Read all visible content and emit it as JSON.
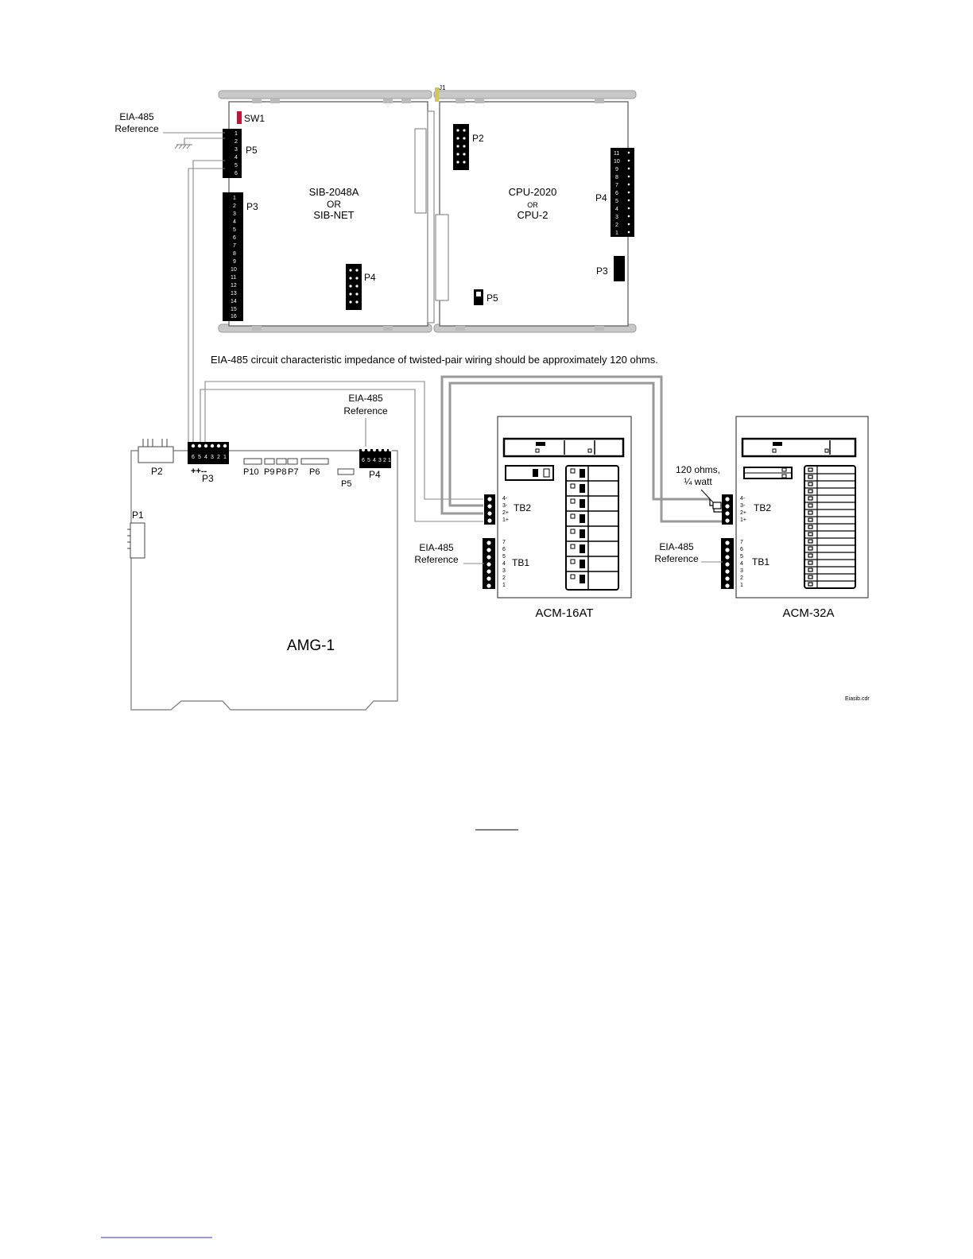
{
  "sib": {
    "name_line1": "SIB-2048A",
    "or": "OR",
    "name_line2": "SIB-NET",
    "sw1": "SW1",
    "p5": "P5",
    "p3": "P3",
    "p4": "P4",
    "p5_pins": [
      "1",
      "2",
      "3",
      "4",
      "5",
      "6"
    ],
    "p3_pins": [
      "1",
      "2",
      "3",
      "4",
      "5",
      "6",
      "7",
      "8",
      "9",
      "10",
      "11",
      "12",
      "13",
      "14",
      "15",
      "16"
    ]
  },
  "sib_ref": {
    "line1": "EIA-485",
    "line2": "Reference"
  },
  "cpu": {
    "name_line1": "CPU-2020",
    "or": "OR",
    "name_line2": "CPU-2",
    "p2": "P2",
    "p4": "P4",
    "p3": "P3",
    "p5": "P5",
    "j_label": "J1",
    "p4_pins": [
      "11",
      "10",
      "9",
      "8",
      "7",
      "6",
      "5",
      "4",
      "3",
      "2",
      "1"
    ]
  },
  "note": "EIA-485 circuit characteristic impedance of twisted-pair wiring should be approximately 120 ohms.",
  "amg": {
    "name": "AMG-1",
    "p1": "P1",
    "p2": "P2",
    "p3": "P3",
    "p3_pins": [
      "6",
      "5",
      "4",
      "3",
      "2",
      "1"
    ],
    "p3_polarity": "++--",
    "p10": "P10",
    "p9": "P9",
    "p8": "P8",
    "p7": "P7",
    "p6": "P6",
    "p5": "P5",
    "p4": "P4",
    "p4_pins": [
      "6",
      "5",
      "4",
      "3",
      "2",
      "1"
    ],
    "ref_line1": "EIA-485",
    "ref_line2": "Reference"
  },
  "acm16": {
    "name": "ACM-16AT",
    "tb2": "TB2",
    "tb1": "TB1",
    "tb2_pins": [
      "4-",
      "3-",
      "2+",
      "1+"
    ],
    "tb1_pins": [
      "7",
      "6",
      "5",
      "4",
      "3",
      "2",
      "1"
    ],
    "ref_line1": "EIA-485",
    "ref_line2": "Reference"
  },
  "acm32": {
    "name": "ACM-32A",
    "tb2": "TB2",
    "tb1": "TB1",
    "tb2_pins": [
      "4-",
      "3-",
      "2+",
      "1+"
    ],
    "tb1_pins": [
      "7",
      "6",
      "5",
      "4",
      "3",
      "2",
      "1"
    ],
    "ref_line1": "EIA-485",
    "ref_line2": "Reference",
    "resistor_line1": "120 ohms,",
    "resistor_line2": "¼ watt"
  },
  "file_tag": "Eiasib.cdr"
}
